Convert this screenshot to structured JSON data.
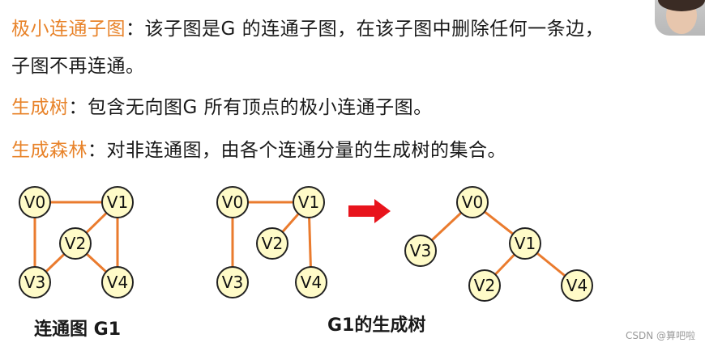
{
  "definitions": {
    "connected_subgraph_term": "极小连通子图",
    "connected_subgraph_text_line1": "：该子图是G 的连通子图，在该子图中删除任何一条边，",
    "connected_subgraph_text_line2": "子图不再连通。",
    "spanning_tree_term": "生成树",
    "spanning_tree_text": "：包含无向图G 所有顶点的极小连通子图。",
    "spanning_forest_term": "生成森林",
    "spanning_forest_text": "：对非连通图，由各个连通分量的生成树的集合。"
  },
  "colors": {
    "term": "#e8832a",
    "edge": "#ea7b2e",
    "node_fill": "#fffbc8",
    "arrow": "#e8141c"
  },
  "graphs": {
    "connected_graph": {
      "caption": "连通图 G1",
      "nodes": [
        "V0",
        "V1",
        "V2",
        "V3",
        "V4"
      ],
      "edges": [
        [
          "V0",
          "V1"
        ],
        [
          "V0",
          "V3"
        ],
        [
          "V1",
          "V2"
        ],
        [
          "V1",
          "V4"
        ],
        [
          "V2",
          "V3"
        ],
        [
          "V2",
          "V4"
        ]
      ]
    },
    "spanning_tree": {
      "caption": "G1的生成树",
      "nodes": [
        "V0",
        "V1",
        "V2",
        "V3",
        "V4"
      ],
      "edges": [
        [
          "V0",
          "V1"
        ],
        [
          "V0",
          "V3"
        ],
        [
          "V1",
          "V2"
        ],
        [
          "V1",
          "V4"
        ]
      ]
    },
    "tree_layout": {
      "nodes": [
        "V0",
        "V1",
        "V2",
        "V3",
        "V4"
      ],
      "edges": [
        [
          "V0",
          "V3"
        ],
        [
          "V0",
          "V1"
        ],
        [
          "V1",
          "V2"
        ],
        [
          "V1",
          "V4"
        ]
      ]
    }
  },
  "watermark": "CSDN @算吧啦"
}
